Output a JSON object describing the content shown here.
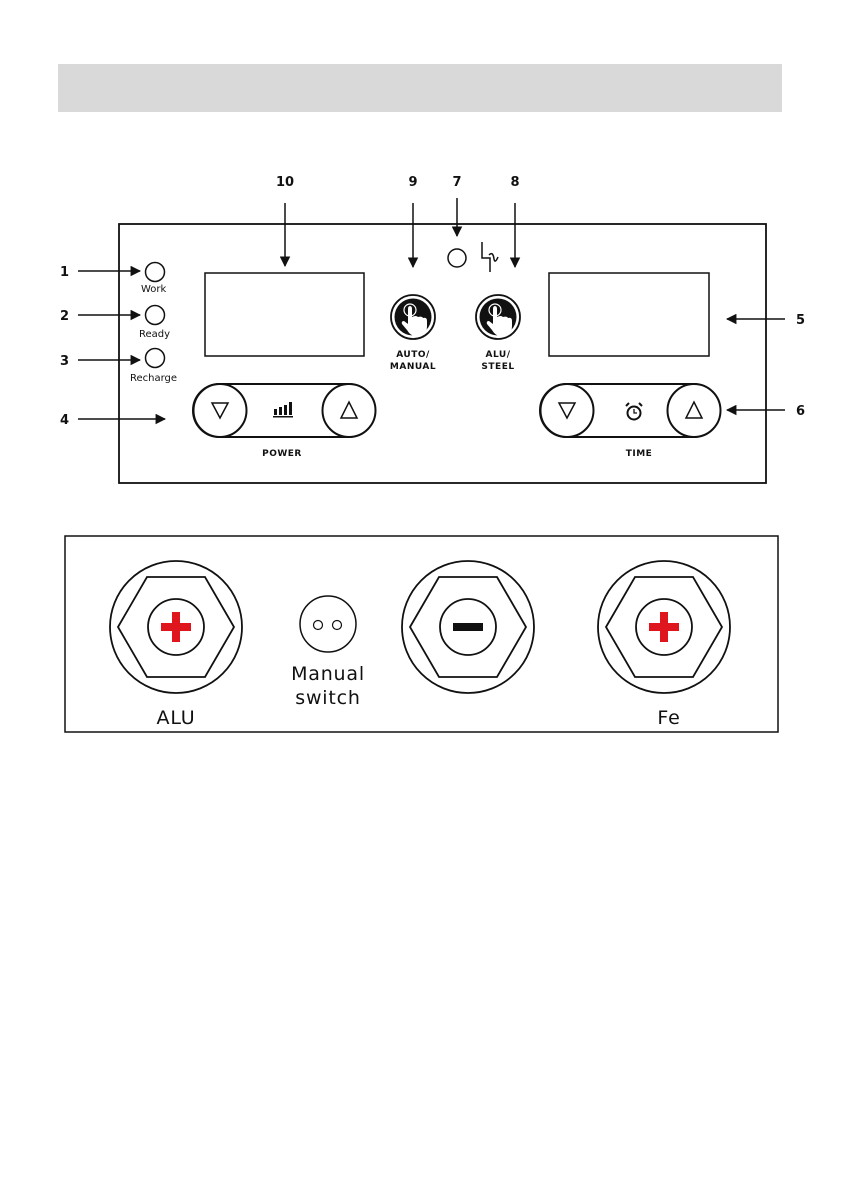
{
  "header": {
    "bar_color": "#d9d9d9"
  },
  "callouts": [
    "1",
    "2",
    "3",
    "4",
    "5",
    "6",
    "7",
    "8",
    "9",
    "10"
  ],
  "control_panel": {
    "indicators": [
      "Work",
      "Ready",
      "Recharge"
    ],
    "power_label": "POWER",
    "time_label": "TIME",
    "auto_manual_label": [
      "AUTO/",
      "MANUAL"
    ],
    "alu_steel_label": [
      "ALU/",
      "STEEL"
    ]
  },
  "connector_panel": {
    "manual_switch_label": [
      "Manual",
      "switch"
    ],
    "alu_label": "ALU",
    "fe_label": "Fe",
    "plus_color": "#e0161e"
  }
}
